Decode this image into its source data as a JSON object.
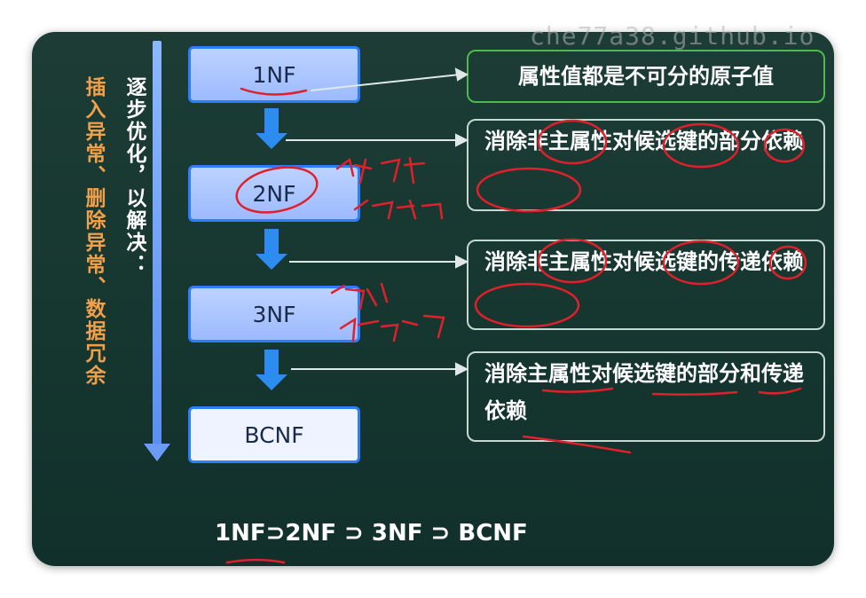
{
  "watermark": "che77a38.github.io",
  "side_note": "插入异常、删除异常、数据冗余",
  "step_note": "逐步优化，以解决：",
  "forms": [
    "1NF",
    "2NF",
    "3NF",
    "BCNF"
  ],
  "rules": [
    "属性值都是不可分的原子值",
    "消除非主属性对候选键的部分依赖",
    "消除非主属性对候选键的传递依赖",
    "消除主属性对候选键的部分和传递依赖"
  ],
  "formula": "1NF⊃2NF ⊃ 3NF ⊃ BCNF",
  "colors": {
    "board": "#163630",
    "side_note": "#f0a04a",
    "box_border": "#2d7dff",
    "arrow": "#2c8cf0",
    "annotation": "#e0202a"
  }
}
